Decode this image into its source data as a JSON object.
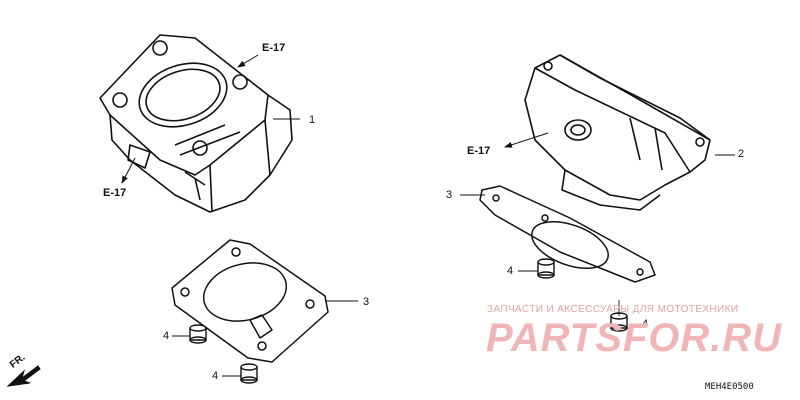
{
  "refs": {
    "left_upper": "E-17",
    "left_lower": "E-17",
    "right": "E-17"
  },
  "callouts": {
    "c1": "1",
    "c2": "2",
    "c3_left": "3",
    "c3_right": "3",
    "c4_left_a": "4",
    "c4_left_b": "4",
    "c4_right_a": "4",
    "c4_right_b": "4"
  },
  "direction": {
    "label": "FR."
  },
  "watermark": {
    "tagline": "ЗАПЧАСТИ И АКСЕССУАРЫ ДЛЯ МОТОТЕХНИКИ",
    "brand": "PARTSFOR.RU"
  },
  "diagram_code": "MEH4E0500",
  "colors": {
    "line": "#111111",
    "watermark": "#f0b6b6"
  }
}
